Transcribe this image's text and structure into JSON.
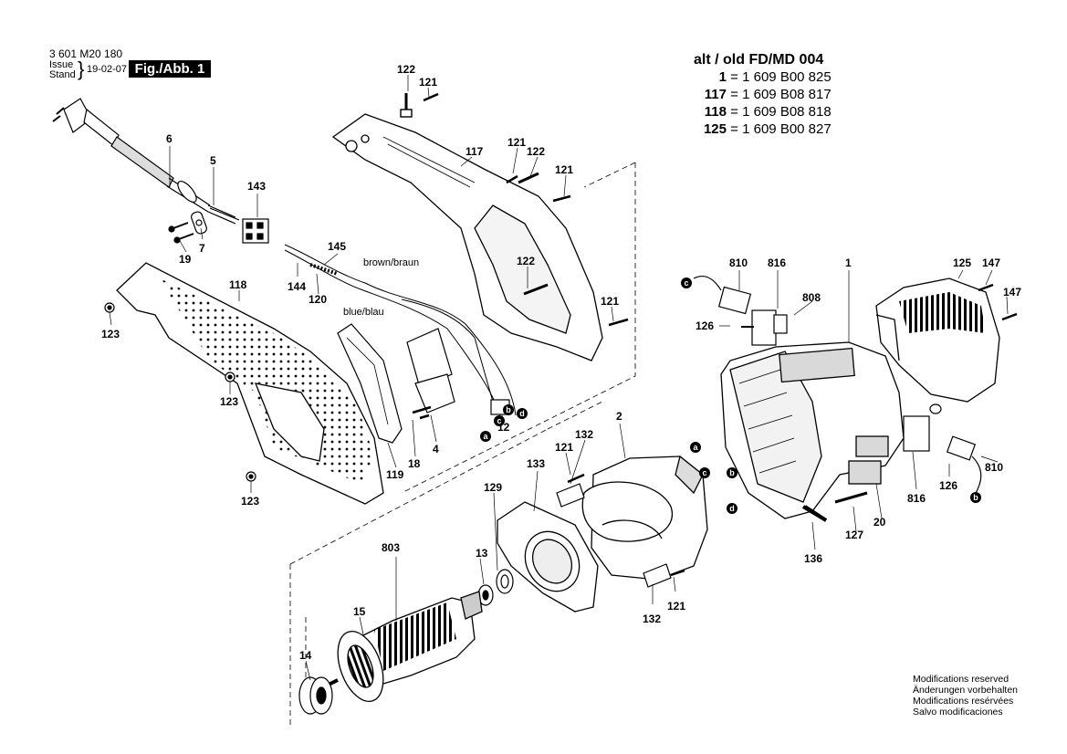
{
  "header": {
    "doc_code": "3 601 M20 180",
    "issue_label": "Issue",
    "stand_label": "Stand",
    "date": "19-02-07",
    "figure_label": "Fig./Abb. 1"
  },
  "replacement_table": {
    "title": "alt / old  FD/MD 004",
    "rows": [
      {
        "item": "1",
        "eq": "=",
        "part": "1 609 B00 825"
      },
      {
        "item": "117",
        "eq": "=",
        "part": "1 609 B08 817"
      },
      {
        "item": "118",
        "eq": "=",
        "part": "1 609 B08 818"
      },
      {
        "item": "125",
        "eq": "=",
        "part": "1 609 B00 827"
      }
    ]
  },
  "footer_notes": [
    "Modifications reserved",
    "Änderungen vorbehalten",
    "Modifications resérvées",
    "Salvo modificaciones"
  ],
  "wire_labels": {
    "brown": "brown/braun",
    "blue": "blue/blau"
  },
  "part_numbers": [
    "122",
    "121",
    "117",
    "121",
    "122",
    "121",
    "122",
    "121",
    "6",
    "5",
    "143",
    "7",
    "19",
    "145",
    "144",
    "120",
    "118",
    "123",
    "123",
    "123",
    "119",
    "18",
    "4",
    "12",
    "810",
    "816",
    "1",
    "808",
    "125",
    "147",
    "147",
    "126",
    "2",
    "132",
    "121",
    "133",
    "129",
    "803",
    "13",
    "15",
    "14",
    "132",
    "121",
    "136",
    "127",
    "20",
    "816",
    "126",
    "810"
  ],
  "connector_letters": [
    "a",
    "b",
    "c",
    "d",
    "a",
    "b",
    "c",
    "d",
    "b",
    "c"
  ],
  "colors": {
    "ink": "#000000",
    "paper": "#ffffff",
    "shade": "#cfcfcf"
  }
}
